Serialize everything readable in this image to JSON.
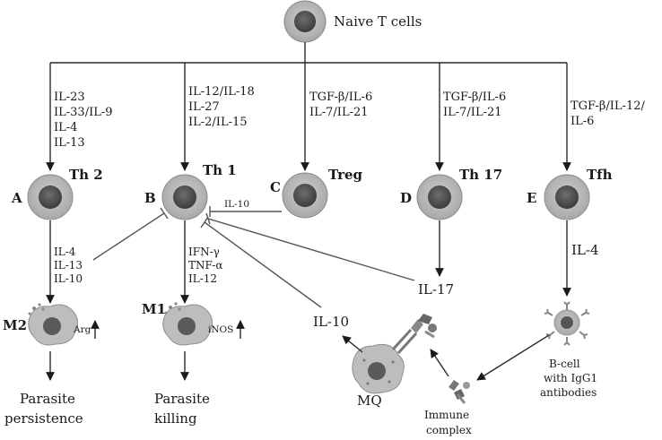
{
  "top": {
    "label": "Naive T cells"
  },
  "branches": {
    "A": {
      "cytokines": [
        "IL-23",
        "IL-33/IL-9",
        "IL-4",
        "IL-13"
      ]
    },
    "B": {
      "cytokines": [
        "IL-12/IL-18",
        "IL-27",
        "IL-2/IL-15"
      ]
    },
    "C": {
      "cytokines": [
        "TGF-β/IL-6",
        "IL-7/IL-21"
      ]
    },
    "D": {
      "cytokines": [
        "TGF-β/IL-6",
        "IL-7/IL-21"
      ]
    },
    "E": {
      "cytokines": [
        "TGF-β/IL-12/",
        "IL-6"
      ]
    }
  },
  "cells": {
    "A": {
      "letter": "A",
      "name": "Th 2"
    },
    "B": {
      "letter": "B",
      "name": "Th 1"
    },
    "C": {
      "letter": "C",
      "name": "Treg"
    },
    "D": {
      "letter": "D",
      "name": "Th 17"
    },
    "E": {
      "letter": "E",
      "name": "Tfh"
    }
  },
  "secreted": {
    "A": [
      "IL-4",
      "IL-13",
      "IL-10"
    ],
    "B": [
      "IFN-γ",
      "TNF-α",
      "IL-12"
    ],
    "C": "IL-10",
    "D": "IL-17",
    "E": "IL-4"
  },
  "macrophages": {
    "m2": {
      "label": "M2",
      "marker": "Arg"
    },
    "m1": {
      "label": "M1",
      "marker": "iNOS"
    },
    "mq": {
      "label": "MQ"
    }
  },
  "outcomes": {
    "m2": [
      "Parasite",
      "persistence"
    ],
    "m1": [
      "Parasite",
      "killing"
    ]
  },
  "mq_output": "IL-10",
  "immune_complex": [
    "Immune",
    "complex"
  ],
  "bcell": [
    "B-cell",
    "with IgG1",
    "antibodies"
  ]
}
